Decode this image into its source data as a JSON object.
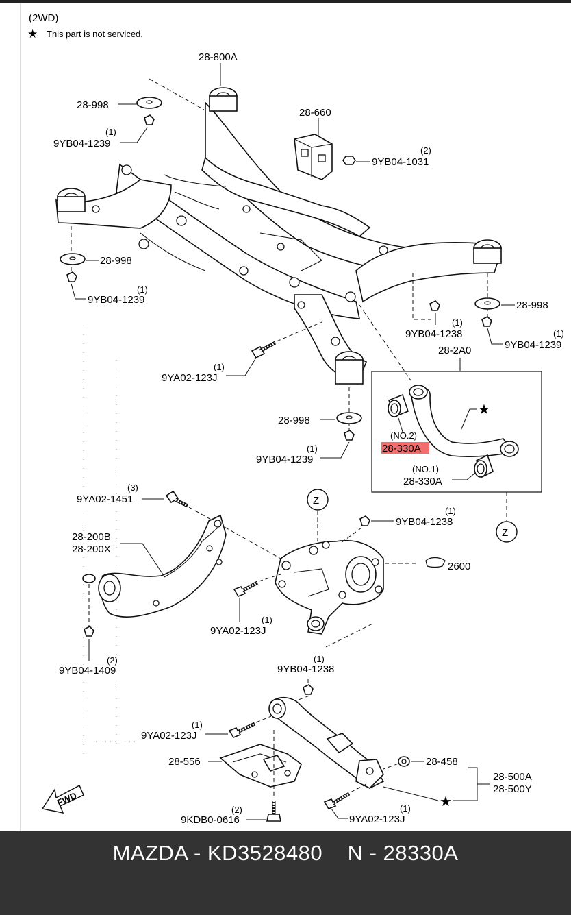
{
  "header": {
    "drive_type": "(2WD)",
    "star_symbol": "★",
    "note": "This part is not serviced."
  },
  "labels": {
    "subframe": "28-800A",
    "washer_top_left": "28-998",
    "nut_top_left": "9YB04-1239",
    "nut_top_left_qty": "(1)",
    "bracket": "28-660",
    "nut_bracket": "9YB04-1031",
    "nut_bracket_qty": "(2)",
    "washer_mid_left": "28-998",
    "nut_mid_left": "9YB04-1239",
    "nut_mid_left_qty": "(1)",
    "washer_right": "28-998",
    "nut_right_a": "9YB04-1238",
    "nut_right_a_qty": "(1)",
    "nut_right_b": "9YB04-1239",
    "nut_right_b_qty": "(1)",
    "bolt_center": "9YA02-123J",
    "bolt_center_qty": "(1)",
    "washer_lower": "28-998",
    "nut_lower": "9YB04-1239",
    "nut_lower_qty": "(1)",
    "arm_assembly": "28-2A0",
    "bushing_no2_pos": "(NO.2)",
    "bushing_no2": "28-330A",
    "bushing_no1_pos": "(NO.1)",
    "bushing_no1": "28-330A",
    "ref_z": "Z",
    "bolt_trailing": "9YA02-1451",
    "bolt_trailing_qty": "(3)",
    "trailing_arm_a": "28-200B",
    "trailing_arm_b": "28-200X",
    "nut_knuckle": "9YB04-1238",
    "nut_knuckle_qty": "(1)",
    "hub_ref": "2600",
    "bolt_knuckle": "9YA02-123J",
    "bolt_knuckle_qty": "(1)",
    "nut_trailing": "9YB04-1409",
    "nut_trailing_qty": "(2)",
    "nut_lower_arm": "9YB04-1238",
    "nut_lower_arm_qty": "(1)",
    "bolt_lower_arm": "9YA02-123J",
    "bolt_lower_arm_qty": "(1)",
    "cover": "28-556",
    "bushing_lower": "28-458",
    "lower_arm_a": "28-500A",
    "lower_arm_b": "28-500Y",
    "bolt_lower_rear": "9YA02-123J",
    "bolt_lower_rear_qty": "(1)",
    "screw_cover": "9KDB0-0616",
    "screw_cover_qty": "(2)",
    "fwd": "FWD"
  },
  "highlight_color": "#f26d6d",
  "banner": {
    "text": "MAZDA - KD3528480    N - 28330A",
    "background": "#333333"
  }
}
